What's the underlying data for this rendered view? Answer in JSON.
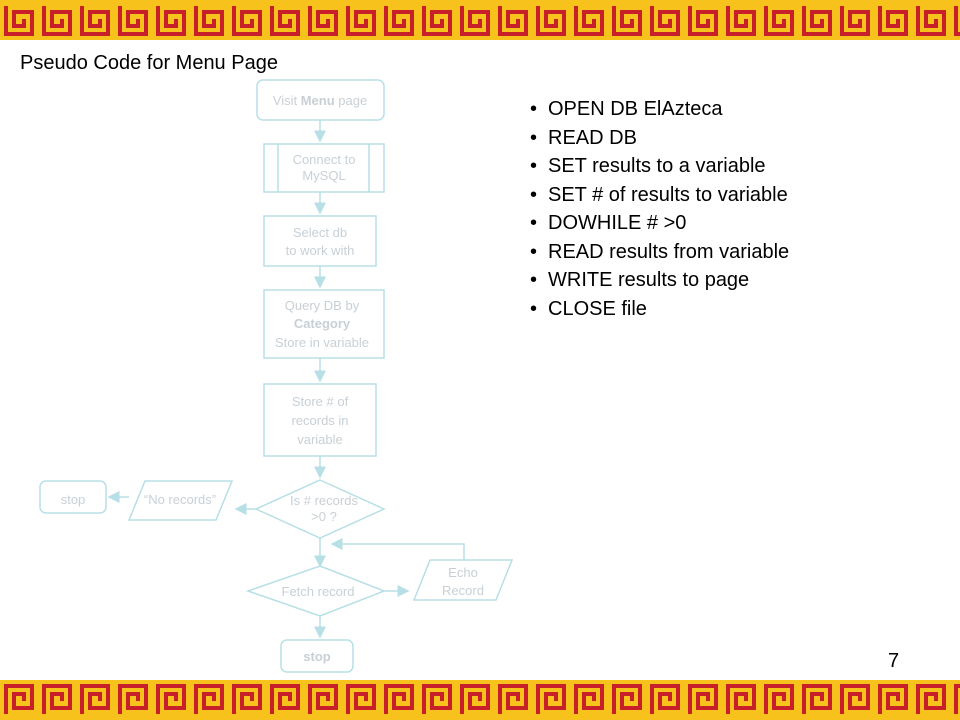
{
  "slide": {
    "title": "Pseudo Code for Menu Page",
    "page_number": "7"
  },
  "bullets": [
    "OPEN DB ElAzteca",
    "READ DB",
    "SET results to a variable",
    "SET # of results to variable",
    "DOWHILE # >0",
    "READ results from variable",
    "WRITE results to page",
    "CLOSE file"
  ],
  "flowchart": {
    "visit_prefix": "Visit ",
    "visit_bold": "Menu",
    "visit_suffix": " page",
    "connect_line1": "Connect to",
    "connect_line2": "MySQL",
    "select_line1": "Select db",
    "select_line2": "to work with",
    "query_line1": "Query DB by",
    "query_line2": "Category",
    "query_line3": "Store in variable",
    "store_line1": "Store # of",
    "store_line2": "records in",
    "store_line3": "variable",
    "decision_line1": "Is # records",
    "decision_line2": ">0 ?",
    "no_records": "“No records”",
    "stop_left": "stop",
    "fetch": "Fetch record",
    "echo_line1": "Echo",
    "echo_line2": "Record",
    "stop_bottom": "stop"
  },
  "colors": {
    "border": "#f6c21b",
    "meander": "#c8202a",
    "flow_stroke": "#b7dfe6",
    "flow_text": "#c8d0d6"
  },
  "icons": [
    "greek-key-border-top",
    "greek-key-border-bottom"
  ]
}
